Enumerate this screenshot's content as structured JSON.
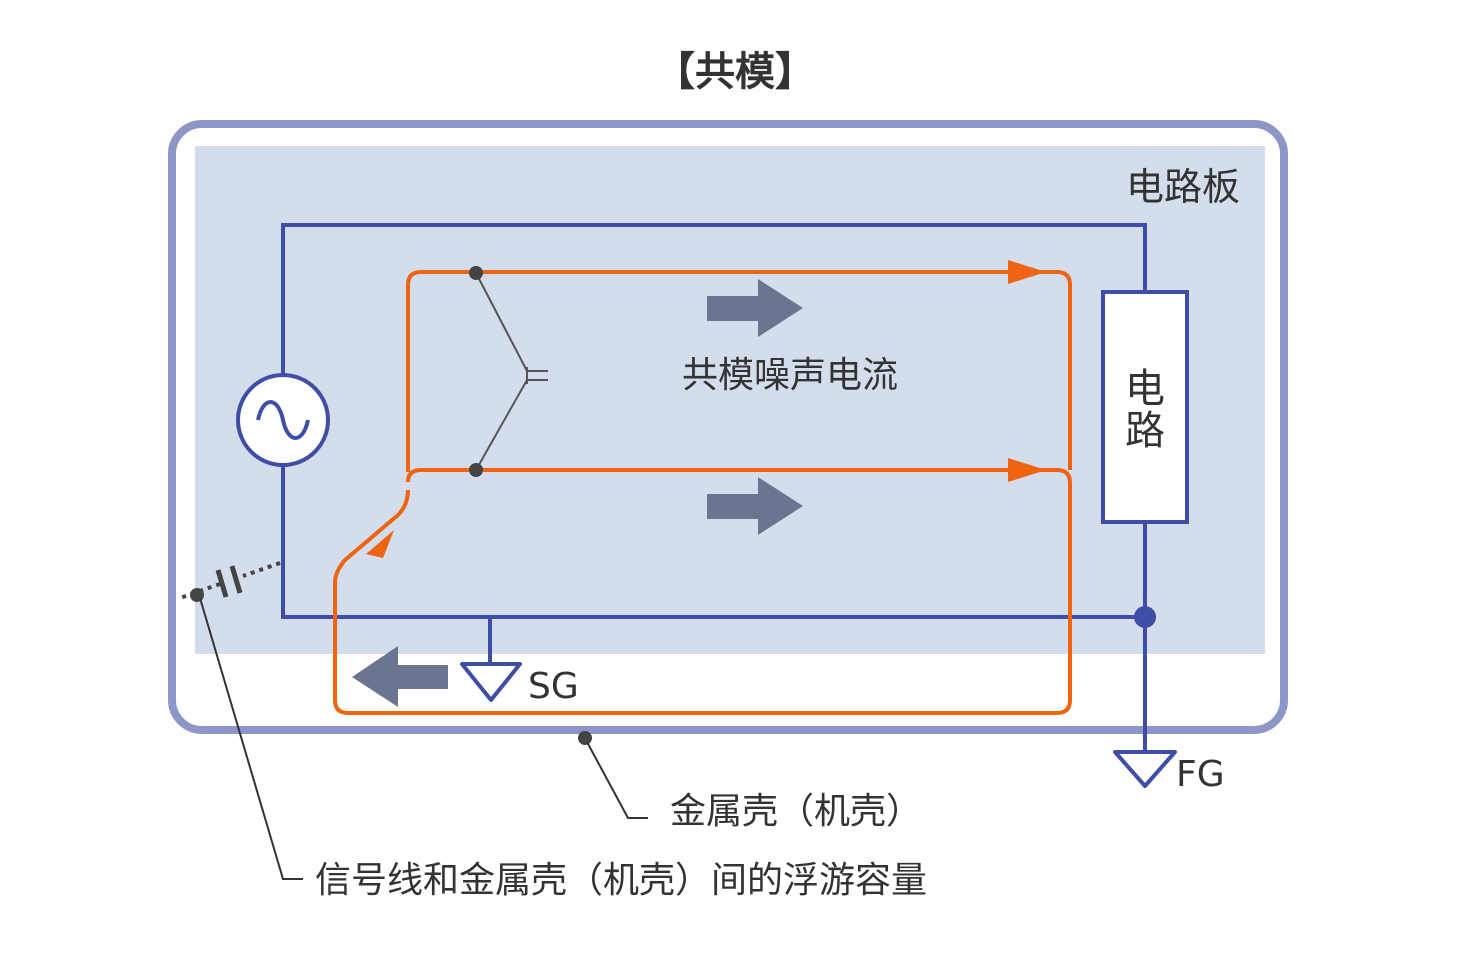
{
  "title": "【共模】",
  "board_label": "电路板",
  "noise_label": "共模噪声电流",
  "circuit_label_line1": "电",
  "circuit_label_line2": "路",
  "sg_label": "SG",
  "fg_label": "FG",
  "chassis_label": "金属壳（机壳）",
  "stray_capacity_label": "信号线和金属壳（机壳）间的浮游容量",
  "colors": {
    "chassis_outline": "#8c96c8",
    "board_fill": "#d3ddec",
    "wire": "#3e4ea8",
    "noise_current": "#ee6410",
    "arrow_gray": "#6b7590",
    "text": "#333333",
    "leader": "#333333"
  },
  "icons": {
    "source": "ac-source-icon",
    "signal_ground": "ground-symbol-icon",
    "frame_ground": "ground-symbol-icon",
    "stray_capacitor": "capacitor-icon"
  }
}
